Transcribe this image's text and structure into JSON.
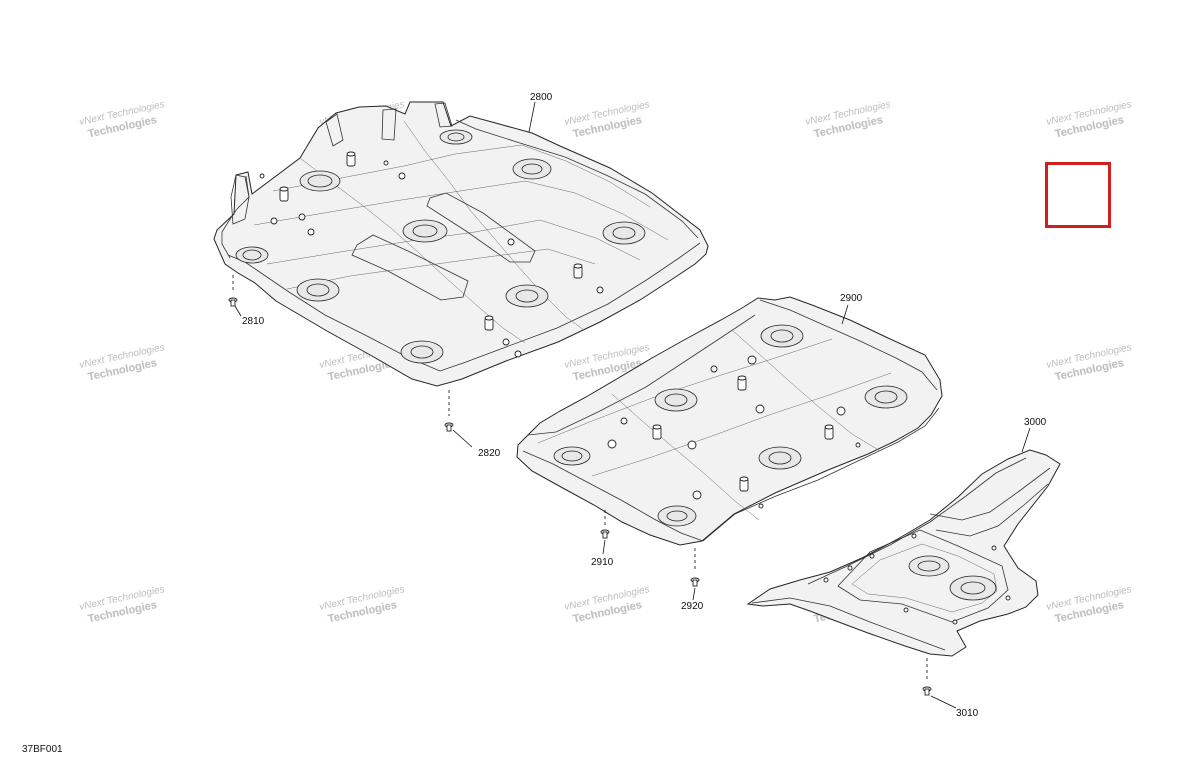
{
  "callouts": [
    {
      "id": "2800",
      "label": "2800"
    },
    {
      "id": "2810",
      "label": "2810"
    },
    {
      "id": "2820",
      "label": "2820"
    },
    {
      "id": "2900",
      "label": "2900"
    },
    {
      "id": "2910",
      "label": "2910"
    },
    {
      "id": "2920",
      "label": "2920"
    },
    {
      "id": "3000",
      "label": "3000"
    },
    {
      "id": "3010",
      "label": "3010"
    }
  ],
  "watermark": {
    "line1": "vNext Technologies",
    "line2": "Technologies"
  },
  "diagram_code": "37BF001",
  "indicator": {
    "color": "#d01f1f"
  }
}
